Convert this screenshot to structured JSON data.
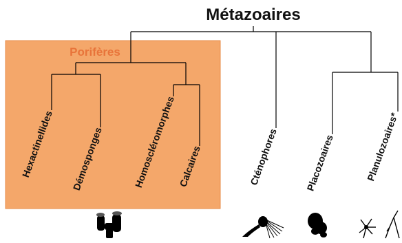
{
  "title": "Métazoaires",
  "group": {
    "label": "Porifères",
    "fill_color": "#F4A76A",
    "border_color": "#E78E4A",
    "label_color": "#E8743A"
  },
  "taxa": [
    {
      "label": "Hexactinellides"
    },
    {
      "label": "Démosponges"
    },
    {
      "label": "Homoscléromorphes"
    },
    {
      "label": "Calcaires"
    },
    {
      "label": "Cténophores"
    },
    {
      "label": "Placozoaires"
    },
    {
      "label": "Planulozoaires*"
    }
  ],
  "icons": [
    "sponge-icon",
    "ctenophore-icon",
    "placozoa-icon",
    "planulozoa-icon"
  ],
  "line_color": "#000000"
}
